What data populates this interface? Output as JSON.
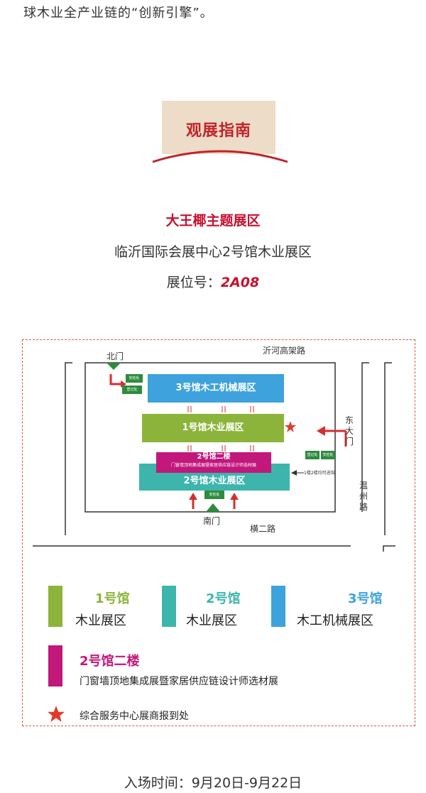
{
  "intro_text": "球木业全产业链的“创新引擎”。",
  "guide": {
    "title": "观展指南"
  },
  "brand_area": "大王椰主题展区",
  "venue": "临沂国际会展中心2号馆木业展区",
  "booth": {
    "label": "展位号：",
    "number": "2A08"
  },
  "map": {
    "roads": {
      "north": "沂河高架路",
      "south": "横二路",
      "east": "温州路"
    },
    "gates": {
      "north": "北门",
      "east": "东大门",
      "south": "南门"
    },
    "halls": {
      "hall3": "3号馆木工机械展区",
      "hall1": "1号馆木业展区",
      "hall2f_title": "2号馆二楼",
      "hall2f_sub": "门窗墙顶地集成展暨家居供应链设计师选材展",
      "hall2": "2号馆木业展区"
    },
    "small_boxes": {
      "security": "安检处",
      "registration": "登记处"
    },
    "stair_note": "1楼2楼均可进馆",
    "colors": {
      "hall1": "#8cb43a",
      "hall2": "#3db5ad",
      "hall3": "#3ea2dc",
      "hall2f": "#c2177b",
      "star": "#e23a2a"
    }
  },
  "legend": [
    {
      "title": "1号馆",
      "sub": "木业展区",
      "color": "#8cb43a"
    },
    {
      "title": "2号馆",
      "sub": "木业展区",
      "color": "#3db5ad"
    },
    {
      "title": "3号馆",
      "sub": "木工机械展区",
      "color": "#3ea2dc"
    },
    {
      "title": "2号馆二楼",
      "sub": "门窗墙顶地集成展暨家居供应链设计师选材展",
      "color": "#c2177b"
    },
    {
      "title": "",
      "sub": "综合服务中心展商报到处",
      "color": "#e23a2a"
    }
  ],
  "entry_time": "入场时间：9月20日-9月22日"
}
